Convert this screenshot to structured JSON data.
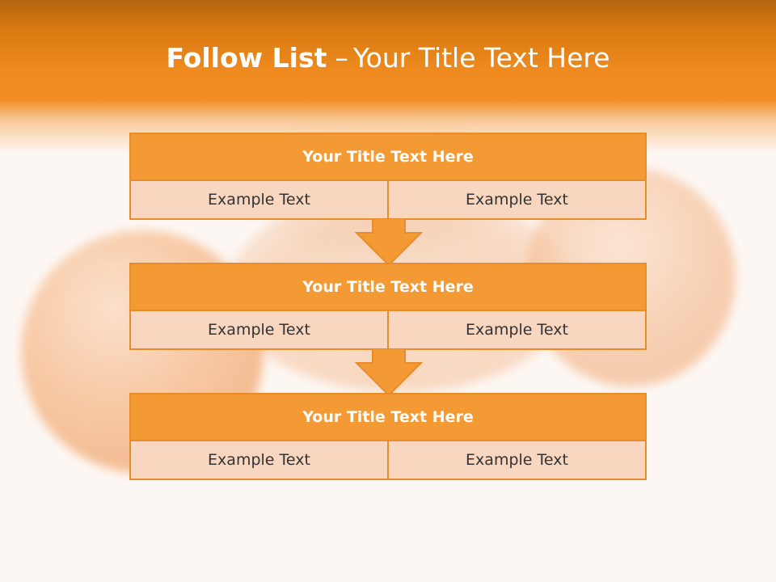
{
  "slide": {
    "title_bold": "Follow List",
    "title_separator": "–",
    "title_rest": "Your Title Text Here"
  },
  "blocks": [
    {
      "title": "Your Title Text Here",
      "left": "Example Text",
      "right": "Example Text"
    },
    {
      "title": "Your Title Text Here",
      "left": "Example Text",
      "right": "Example Text"
    },
    {
      "title": "Your Title Text Here",
      "left": "Example Text",
      "right": "Example Text"
    }
  ],
  "icons": {
    "flow_arrow": "down-arrow-icon"
  },
  "colors": {
    "accent": "#f39a35",
    "border": "#e98b2a",
    "cell_fill": "#f9d6bf",
    "header_dark": "#b4640f",
    "header_light": "#f28d24"
  }
}
